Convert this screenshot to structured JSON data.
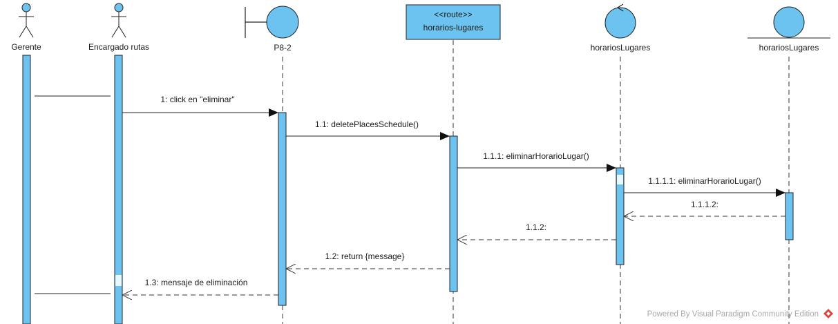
{
  "diagram": {
    "type": "sequence",
    "participants": [
      {
        "id": "gerente",
        "kind": "actor",
        "label": "Gerente"
      },
      {
        "id": "encargado",
        "kind": "actor",
        "label": "Encargado rutas"
      },
      {
        "id": "p82",
        "kind": "boundary",
        "label": "P8-2"
      },
      {
        "id": "route",
        "kind": "route",
        "stereotype": "<<route>>",
        "label": "horarios-lugares"
      },
      {
        "id": "ctrl",
        "kind": "control",
        "label": "horariosLugares"
      },
      {
        "id": "entity",
        "kind": "entity",
        "label": "horariosLugares"
      }
    ],
    "messages": [
      {
        "label": "1: click en \"eliminar\"",
        "from": "encargado",
        "to": "p82",
        "type": "call"
      },
      {
        "label": "1.1: deletePlacesSchedule()",
        "from": "p82",
        "to": "route",
        "type": "call"
      },
      {
        "label": "1.1.1: eliminarHorarioLugar()",
        "from": "route",
        "to": "ctrl",
        "type": "call"
      },
      {
        "label": "1.1.1.1: eliminarHorarioLugar()",
        "from": "ctrl",
        "to": "entity",
        "type": "call"
      },
      {
        "label": "1.1.1.2:",
        "from": "entity",
        "to": "ctrl",
        "type": "return"
      },
      {
        "label": "1.1.2:",
        "from": "ctrl",
        "to": "route",
        "type": "return"
      },
      {
        "label": "1.2: return {message}",
        "from": "route",
        "to": "p82",
        "type": "return"
      },
      {
        "label": "1.3: mensaje de eliminación",
        "from": "p82",
        "to": "encargado",
        "type": "return"
      }
    ],
    "colors": {
      "fill": "#6cc3f0",
      "stroke": "#1e1e1e",
      "route_fill": "#6cc3f0"
    }
  },
  "watermark": {
    "text": "Powered By  Visual Paradigm Community Edition"
  }
}
